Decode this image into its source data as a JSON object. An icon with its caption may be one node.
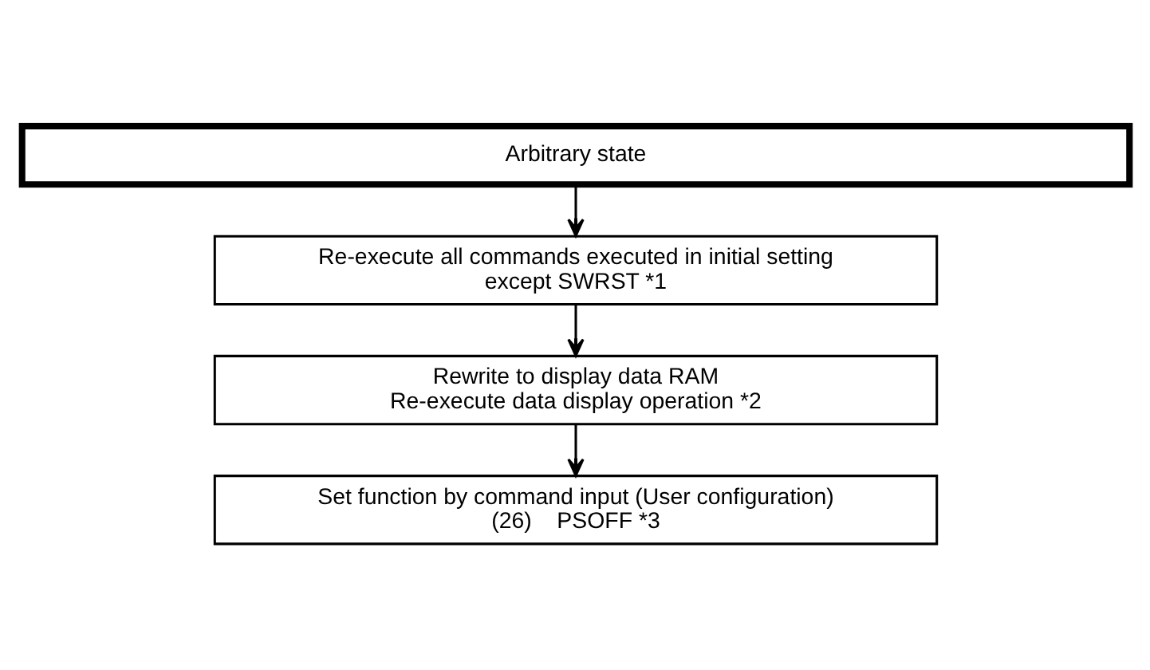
{
  "diagram": {
    "nodes": [
      {
        "text": [
          "Arbitrary state"
        ]
      },
      {
        "text": [
          "Re-execute all commands executed in initial setting except SWRST *1"
        ]
      },
      {
        "text": [
          "Rewrite to display data RAM",
          "Re-execute data display operation *2"
        ]
      },
      {
        "text": [
          "Set function by command input (User configuration)",
          "(26)    PSOFF *3"
        ]
      }
    ],
    "edges": [
      {
        "from": 0,
        "to": 1,
        "arrow": "to"
      },
      {
        "from": 1,
        "to": 2,
        "arrow": "to"
      },
      {
        "from": 2,
        "to": 3,
        "arrow": "to"
      }
    ]
  }
}
